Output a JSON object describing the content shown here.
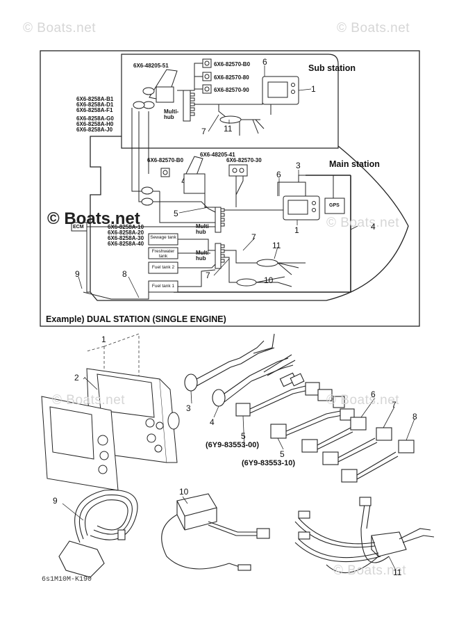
{
  "watermark": {
    "text": "© Boats.net"
  },
  "caption": "Example) DUAL STATION (SINGLE ENGINE)",
  "stations": {
    "sub": "Sub station",
    "main": "Main station"
  },
  "part_codes": {
    "lever_sub": "6X6-48205-51",
    "sw_b0": "6X6-82570-B0",
    "sw_80": "6X6-82570-80",
    "sw_90": "6X6-82570-90",
    "lever_main": "6X6-48205-41",
    "sw_main_b0": "6X6-82570-B0",
    "sw_30": "6X6-82570-30",
    "cables_a": [
      "6X6-8258A-B1",
      "6X6-8258A-D1",
      "6X6-8258A-F1"
    ],
    "cables_b": [
      "6X6-8258A-G0",
      "6X6-8258A-H0",
      "6X6-8258A-J0"
    ],
    "cables_c": [
      "6X6-8258A-10",
      "6X6-8258A-20",
      "6X6-8258A-30",
      "6X6-8258A-40"
    ]
  },
  "labels": {
    "multihub": "Multi-hub",
    "ecm": "ECM",
    "gps": "GPS",
    "sewage": "Sewage tank",
    "freshwater": "Freshwater tank",
    "fuel2": "Fuel tank 2",
    "fuel1": "Fuel tank 1"
  },
  "callouts": {
    "n1": "1",
    "n2": "2",
    "n3": "3",
    "n4": "4",
    "n5": "5",
    "n6": "6",
    "n7": "7",
    "n8": "8",
    "n9": "9",
    "n10": "10",
    "n11": "11"
  },
  "kit_codes": {
    "k1": "(6Y9-83553-00)",
    "k2": "(6Y9-83553-10)"
  },
  "footer": "6s1M10M-K190"
}
